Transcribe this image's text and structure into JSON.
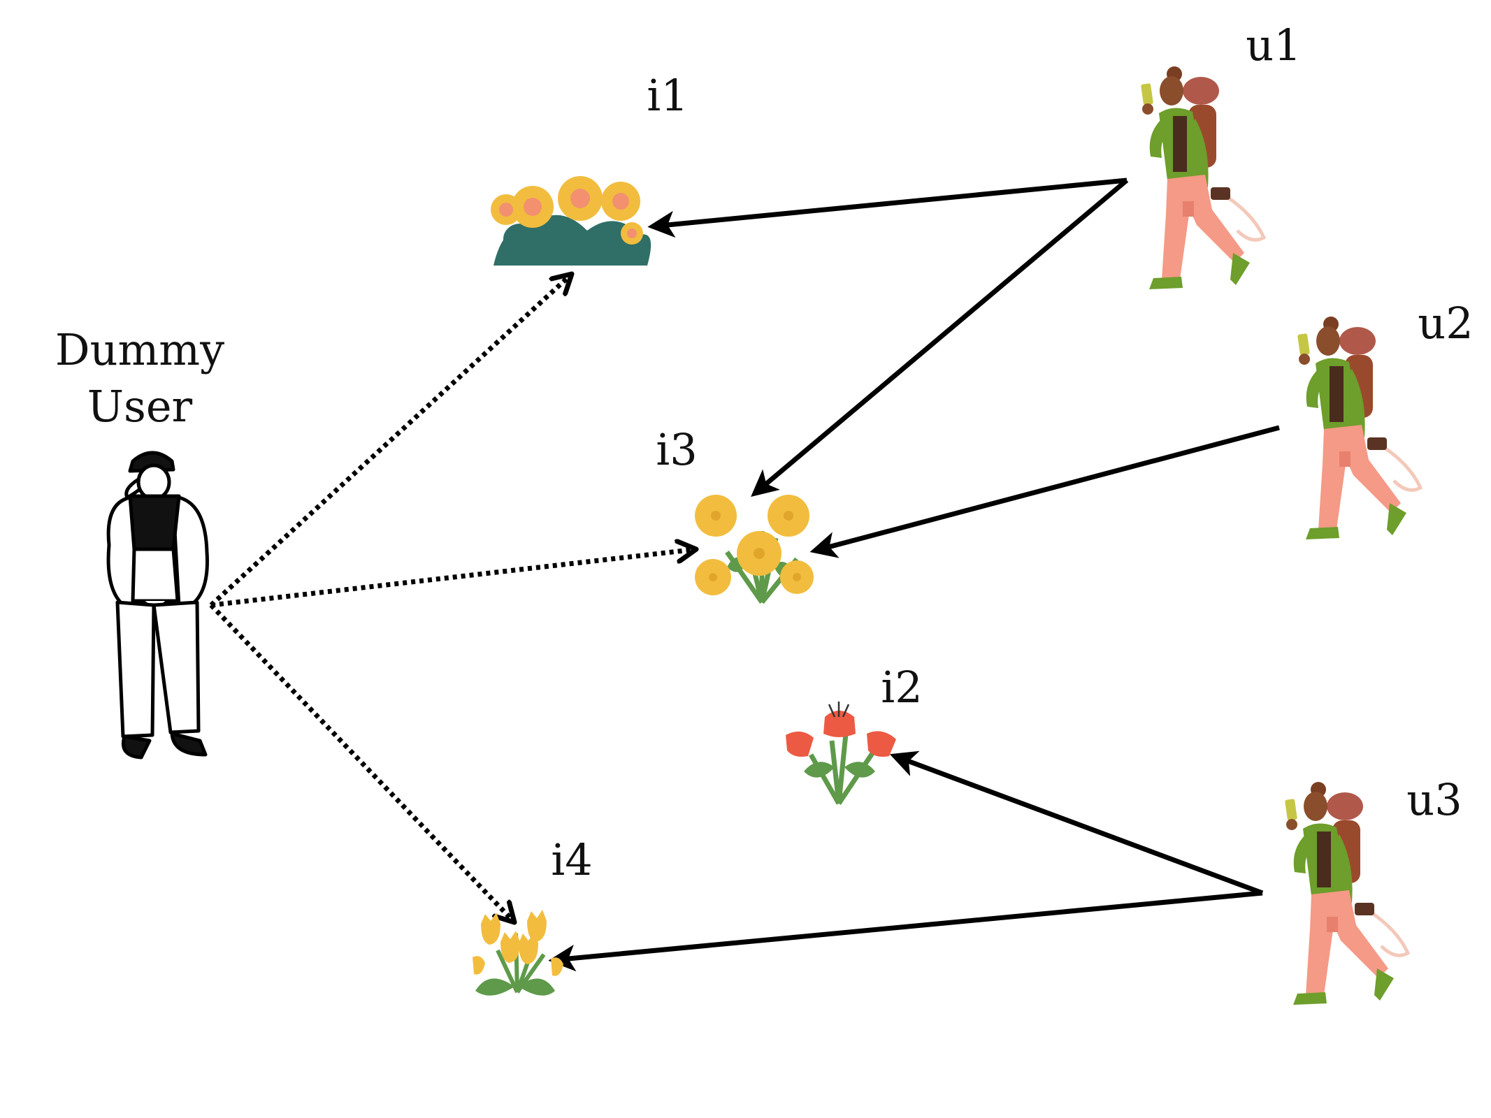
{
  "dummy_user": {
    "line1": "Dummy",
    "line2": "User"
  },
  "users": [
    {
      "id": "u1",
      "label": "u1"
    },
    {
      "id": "u2",
      "label": "u2"
    },
    {
      "id": "u3",
      "label": "u3"
    }
  ],
  "items": [
    {
      "id": "i1",
      "label": "i1"
    },
    {
      "id": "i2",
      "label": "i2"
    },
    {
      "id": "i3",
      "label": "i3"
    },
    {
      "id": "i4",
      "label": "i4"
    }
  ],
  "edges": [
    {
      "from": "u1",
      "to": "i1",
      "style": "solid"
    },
    {
      "from": "u1",
      "to": "i3",
      "style": "solid"
    },
    {
      "from": "u2",
      "to": "i3",
      "style": "solid"
    },
    {
      "from": "u3",
      "to": "i2",
      "style": "solid"
    },
    {
      "from": "u3",
      "to": "i4",
      "style": "solid"
    },
    {
      "from": "dummy",
      "to": "i1",
      "style": "dotted"
    },
    {
      "from": "dummy",
      "to": "i3",
      "style": "dotted"
    },
    {
      "from": "dummy",
      "to": "i4",
      "style": "dotted"
    }
  ],
  "colors": {
    "line": "#000000",
    "jacket": "#6e9e2b",
    "pants": "#f49a86",
    "skin": "#8a4e2c",
    "flower_yellow": "#f2bd3e",
    "flower_red": "#ec5a43",
    "leaf_teal": "#2f6f67",
    "leaf_green": "#5e9a4a"
  }
}
